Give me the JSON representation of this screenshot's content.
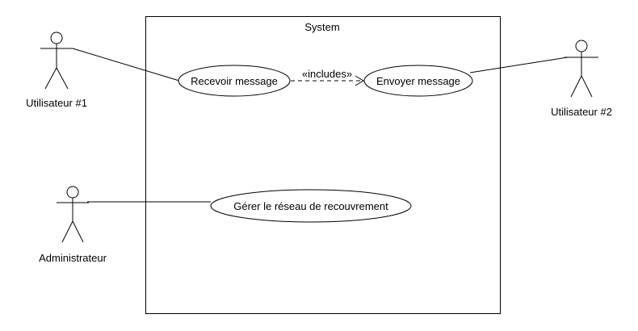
{
  "system": {
    "label": "System"
  },
  "actors": {
    "user1": "Utilisateur #1",
    "user2": "Utilisateur #2",
    "admin": "Administrateur"
  },
  "use_cases": {
    "receive": "Recevoir message",
    "send": "Envoyer message",
    "manage": "Gérer le réseau de recouvrement"
  },
  "relations": {
    "includes": "«includes»"
  }
}
